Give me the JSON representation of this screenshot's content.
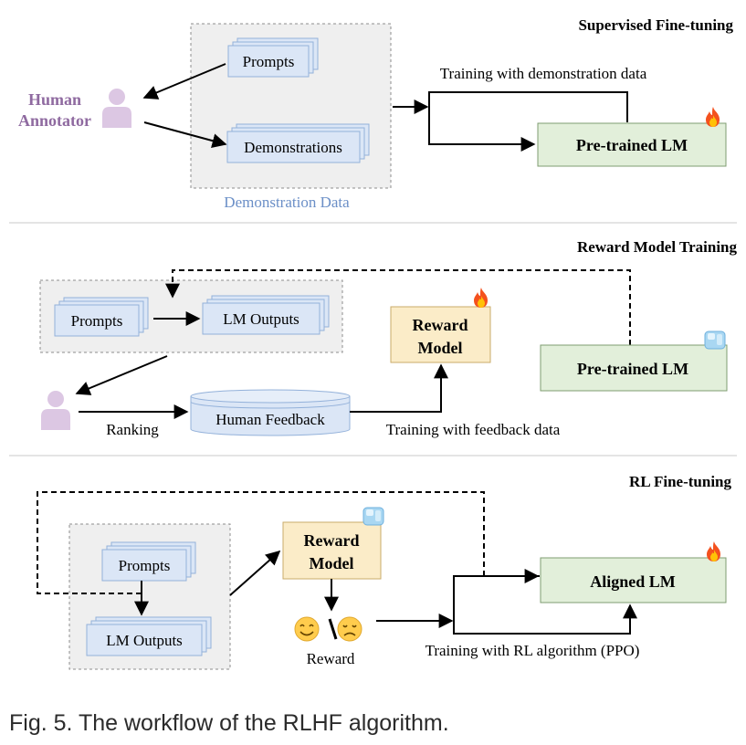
{
  "caption": "Fig. 5. The workflow of the RLHF algorithm.",
  "colors": {
    "doc_fill": "#dbe6f6",
    "doc_stroke": "#93b1da",
    "lm_fill": "#e2efda",
    "lm_stroke": "#7f9c71",
    "reward_fill": "#fbecc8",
    "reward_stroke": "#c9ab6a",
    "annotator": "#8f6aa0",
    "human_icon": "#dcc7e3",
    "panel_fill": "#efefef",
    "panel_stroke": "#8c8c8c"
  },
  "icons": {
    "trainable": "fire-icon",
    "frozen": "ice-cube-icon",
    "happy": "smile-emoji-icon",
    "sad": "sad-emoji-icon"
  },
  "sft": {
    "title": "Supervised Fine-tuning",
    "prompts": "Prompts",
    "demonstrations": "Demonstrations",
    "panel_label": "Demonstration Data",
    "annotator_line1": "Human",
    "annotator_line2": "Annotator",
    "edge_label": "Training with demonstration data",
    "pretrained": "Pre-trained LM"
  },
  "rm": {
    "title": "Reward Model Training",
    "prompts": "Prompts",
    "outputs": "LM Outputs",
    "reward_line1": "Reward",
    "reward_line2": "Model",
    "pretrained": "Pre-trained LM",
    "ranking": "Ranking",
    "feedback": "Human Feedback",
    "edge_label": "Training with feedback data"
  },
  "rl": {
    "title": "RL Fine-tuning",
    "prompts": "Prompts",
    "outputs": "LM Outputs",
    "reward_line1": "Reward",
    "reward_line2": "Model",
    "reward_label": "Reward",
    "aligned": "Aligned LM",
    "edge_label": "Training with RL algorithm (PPO)"
  }
}
